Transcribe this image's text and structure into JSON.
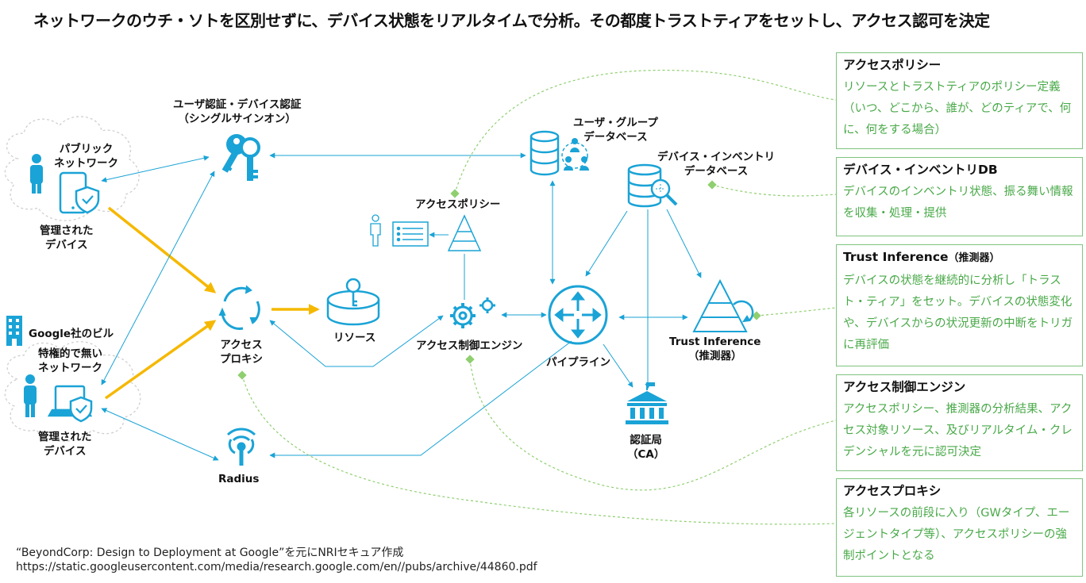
{
  "title": "ネットワークのウチ・ソトを区別せずに、デバイス状態をリアルタイムで分析。その都度トラストティアをセットし、アクセス認可を決定",
  "colors": {
    "accent_blue": "#1aa3d6",
    "green": "#49a949",
    "green_dashed": "#8fcf70",
    "arrow_yellow": "#f5b800"
  },
  "icons": [
    "cloud-icon",
    "person-icon",
    "smartphone-icon",
    "shield-check-icon",
    "keys-icon",
    "sync-arrows-icon",
    "key-cylinder-icon",
    "form-list-icon",
    "pyramid-icon",
    "gears-icon",
    "database-icon",
    "user-group-icon",
    "database-search-icon",
    "router-icon",
    "trust-pyramid-icon",
    "bank-building-icon",
    "broadcast-antenna-icon",
    "office-building-icon",
    "laptop-icon"
  ],
  "nodes": {
    "public_network": "パブリック\nネットワーク",
    "managed_device_1": "管理された\nデバイス",
    "building": "Google社のビル",
    "private_network": "特権的で無い\nネットワーク",
    "managed_device_2": "管理された\nデバイス",
    "sso": "ユーザ認証・デバイス認証\n（シングルサインオン）",
    "access_proxy": "アクセス\nプロキシ",
    "resource": "リソース",
    "radius": "Radius",
    "access_policy": "アクセスポリシー",
    "access_engine": "アクセス制御エンジン",
    "user_group_db": "ユーザ・グループ\nデータベース",
    "device_inventory_db": "デバイス・インベントリ\nデータベース",
    "pipeline": "パイプライン",
    "trust_inference": "Trust Inference\n（推測器）",
    "ca": "認証局\n（CA）"
  },
  "boxes": [
    {
      "title": "アクセスポリシー",
      "title_note": "",
      "body": "リソースとトラストティアのポリシー定義\n（いつ、どこから、誰が、どのティアで、何に、何をする場合）"
    },
    {
      "title": "デバイス・インベントリDB",
      "title_note": "",
      "body": "デバイスのインベントリ状態、振る舞い情報を収集・処理・提供"
    },
    {
      "title": "Trust Inference",
      "title_note": "（推測器）",
      "body": "デバイスの状態を継続的に分析し「トラスト・ティア」をセット。デバイスの状態変化や、デバイスからの状況更新の中断をトリガに再評価"
    },
    {
      "title": "アクセス制御エンジン",
      "title_note": "",
      "body": "アクセスポリシー、推測器の分析結果、アクセス対象リソース、及びリアルタイム・クレデンシャルを元に認可決定"
    },
    {
      "title": "アクセスプロキシ",
      "title_note": "",
      "body": "各リソースの前段に入り（GWタイプ、エージェントタイプ等）、アクセスポリシーの強制ポイントとなる"
    }
  ],
  "source": {
    "line1": "“BeyondCorp: Design to Deployment at Google”を元にNRIセキュア作成",
    "line2": "https://static.googleusercontent.com/media/research.google.com/en//pubs/archive/44860.pdf"
  }
}
